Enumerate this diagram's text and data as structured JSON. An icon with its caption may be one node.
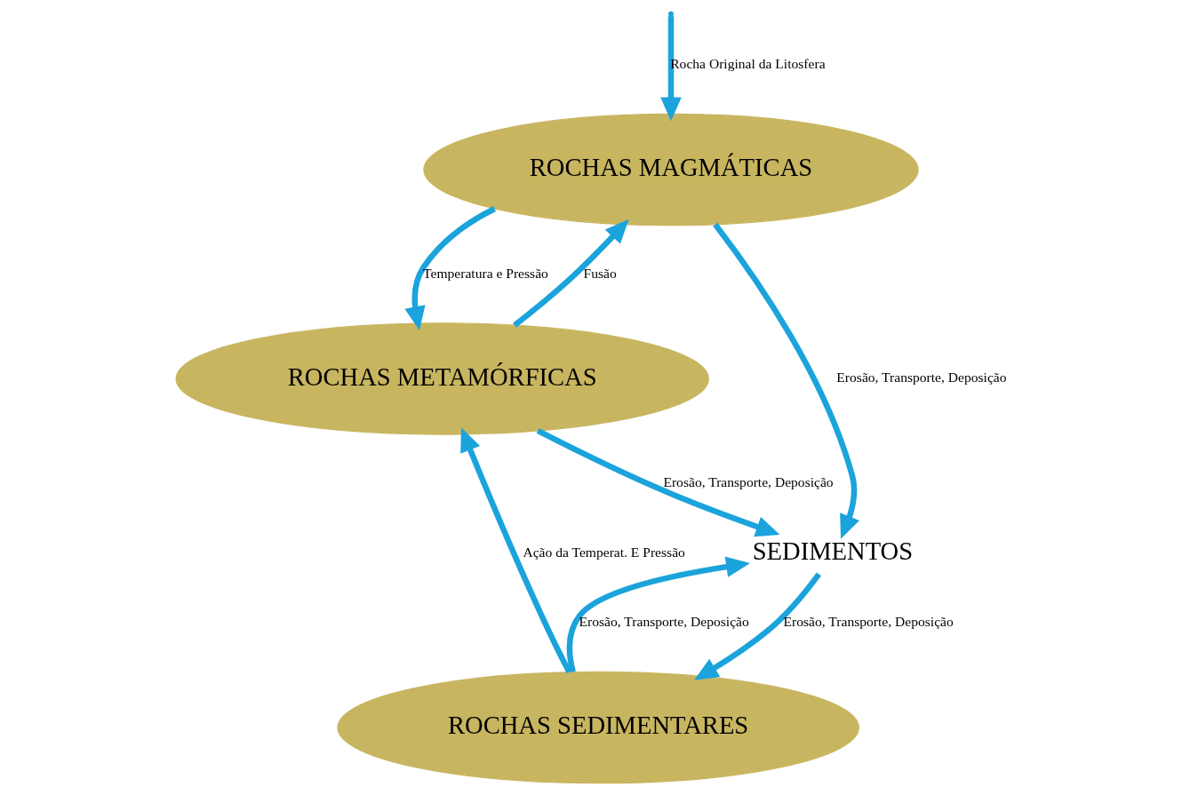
{
  "diagram": {
    "nodes": [
      {
        "text": [
          "ROCHAS MAGMÁTICAS"
        ]
      },
      {
        "text": [
          "ROCHAS METAMÓRFICAS"
        ]
      },
      {
        "text": [
          "SEDIMENTOS"
        ]
      },
      {
        "text": [
          "ROCHAS SEDIMENTARES"
        ]
      }
    ],
    "edges": [
      {
        "from": null,
        "to": 0,
        "arrow": "to",
        "label": "Rocha Original da Litosfera"
      },
      {
        "from": 0,
        "to": 2,
        "arrow": "to",
        "label": "Erosão, Transporte, Deposição"
      },
      {
        "from": 0,
        "to": 1,
        "arrow": "to",
        "label": "Temperatura e Pressão"
      },
      {
        "from": 1,
        "to": 0,
        "arrow": "to",
        "label": "Fusão"
      },
      {
        "from": 1,
        "to": 2,
        "arrow": "to",
        "label": "Erosão, Transporte, Deposição"
      },
      {
        "from": 3,
        "to": 2,
        "arrow": "to",
        "label": "Erosão, Transporte, Deposição"
      },
      {
        "from": 2,
        "to": 3,
        "arrow": "to",
        "label": "Erosão, Transporte, Deposição"
      },
      {
        "from": 3,
        "to": 1,
        "arrow": "to",
        "label": "Ação da Temperat. E Pressão"
      }
    ]
  }
}
